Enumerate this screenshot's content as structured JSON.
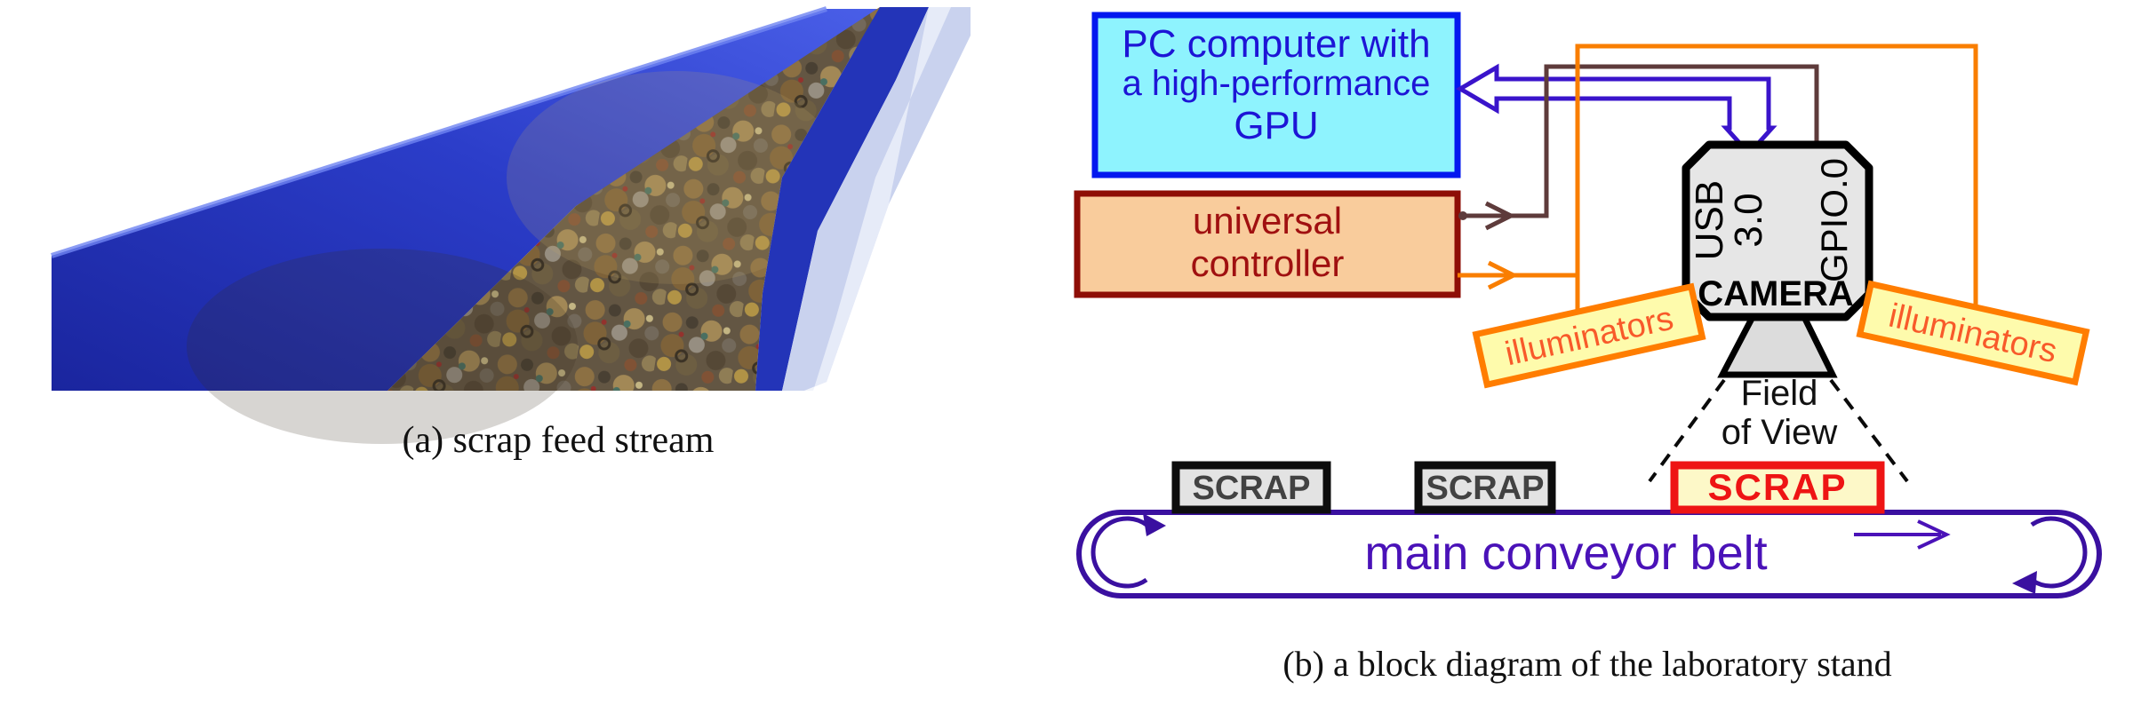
{
  "panel_a": {
    "caption": "(a) scrap feed stream"
  },
  "panel_b": {
    "caption": "(b) a block diagram of the laboratory stand",
    "pc_box": {
      "line1": "PC computer with",
      "line2": "a high-performance",
      "line3": "GPU",
      "fill": "#8EF3FE",
      "border": "#0318EF",
      "text_color": "#1D15D6"
    },
    "controller_box": {
      "line1": "universal",
      "line2": "controller",
      "fill": "#F9CC9C",
      "border": "#8E0E06",
      "text_color": "#A01010"
    },
    "camera_box": {
      "label": "CAMERA",
      "port_left_line1": "USB",
      "port_left_line2": "3.0",
      "port_right": "GPIO.0",
      "fill": "#E6E6E6",
      "border": "#000000",
      "text_color": "#000000"
    },
    "illuminator_left": {
      "label": "illuminators",
      "fill": "#FEFBAC",
      "border": "#FF7D00",
      "text_color": "#F85A2A"
    },
    "illuminator_right": {
      "label": "illuminators",
      "fill": "#FEFBAC",
      "border": "#FF7D00",
      "text_color": "#F85A2A"
    },
    "field_of_view": {
      "line1": "Field",
      "line2": "of View",
      "text_color": "#111111"
    },
    "scrap_boxes": [
      {
        "label": "SCRAP",
        "fill": "#E3E3E3",
        "border": "#0D0D0D",
        "text_color": "#424242"
      },
      {
        "label": "SCRAP",
        "fill": "#E3E3E3",
        "border": "#0D0D0D",
        "text_color": "#424242"
      },
      {
        "label": "SCRAP",
        "fill": "#FDF8C8",
        "border": "#EE1414",
        "text_color": "#EE1414"
      }
    ],
    "belt": {
      "label": "main conveyor belt",
      "border": "#3A10A0",
      "text_color": "#4A12B8"
    },
    "wires": {
      "usb_arrow_color": "#3A14CB",
      "gpio_wire_color": "#5E3B3B",
      "illuminator_wire_color": "#F97E00"
    }
  }
}
